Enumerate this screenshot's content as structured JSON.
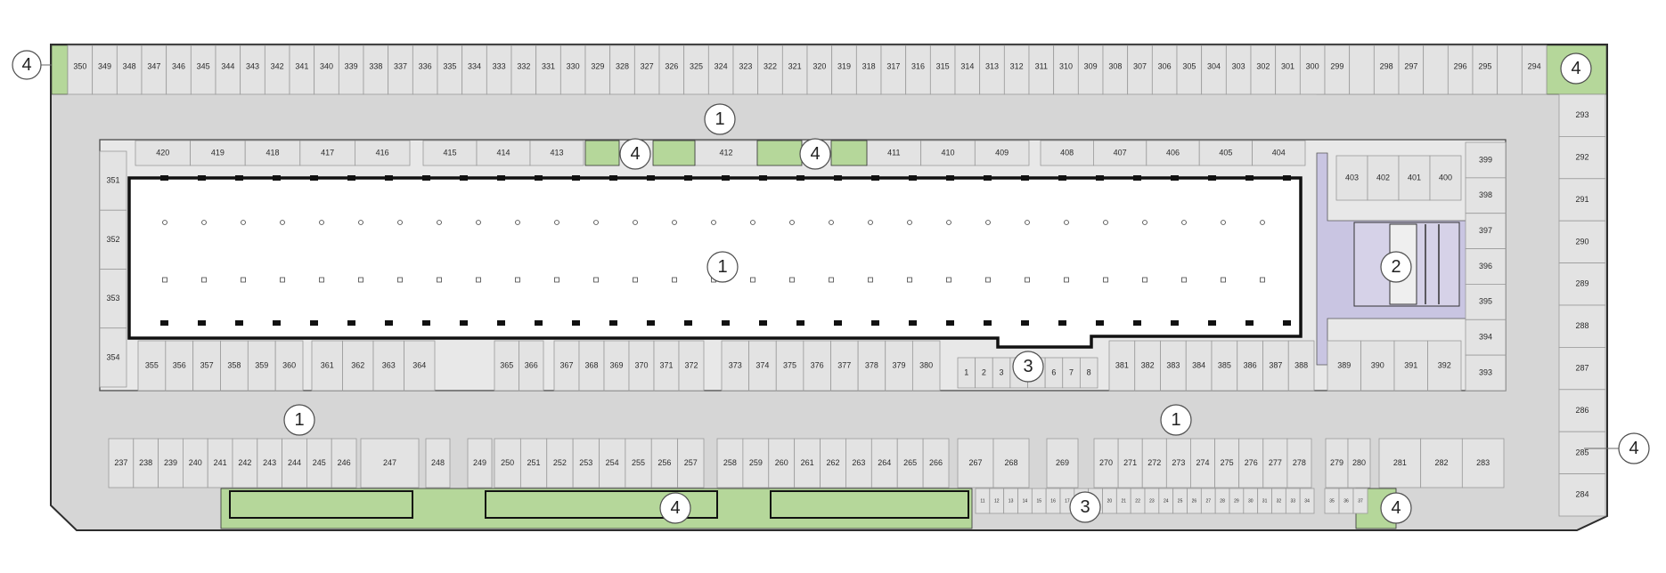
{
  "callouts": {
    "c1_top": "1",
    "c1_center": "1",
    "c1_lower_left": "1",
    "c1_lower_right": "1",
    "c2": "2",
    "c3_mid": "3",
    "c3_bottom": "3",
    "c4_top_left": "4",
    "c4_top_a": "4",
    "c4_top_b": "4",
    "c4_top_right": "4",
    "c4_right": "4",
    "c4_bottom": "4",
    "c4_bottom_right": "4"
  },
  "legend_colors": {
    "general": "#d6d6d6",
    "lobby": "#c9c5e2",
    "storage": "#c7dde2",
    "landscape": "#b5d79a"
  },
  "units": {
    "north_row": [
      "350",
      "349",
      "348",
      "347",
      "346",
      "345",
      "344",
      "343",
      "342",
      "341",
      "340",
      "339",
      "338",
      "337",
      "336",
      "335",
      "334",
      "333",
      "332",
      "331",
      "330",
      "329",
      "328",
      "327",
      "326",
      "325",
      "324",
      "323",
      "322",
      "321",
      "320",
      "319",
      "318",
      "317",
      "316",
      "315",
      "314",
      "313",
      "312",
      "311",
      "310",
      "309",
      "308",
      "307",
      "306",
      "305",
      "304",
      "303",
      "302",
      "301",
      "300",
      "299",
      "",
      "298",
      "297",
      "",
      "296",
      "295",
      "",
      "294"
    ],
    "inner_north_a": [
      "420",
      "419",
      "418",
      "417",
      "416"
    ],
    "inner_north_b": [
      "415",
      "414",
      "413"
    ],
    "inner_north_c": [
      "412"
    ],
    "inner_north_d": [
      "411",
      "410",
      "409"
    ],
    "inner_north_e": [
      "408",
      "407",
      "406",
      "405",
      "404"
    ],
    "west_side": [
      "351",
      "352",
      "353",
      "354"
    ],
    "inner_south_a": [
      "355",
      "356",
      "357",
      "358",
      "359",
      "360"
    ],
    "inner_south_b": [
      "361",
      "362",
      "363",
      "364"
    ],
    "inner_south_c": [
      "365",
      "366"
    ],
    "inner_south_d": [
      "367",
      "368",
      "369",
      "370",
      "371",
      "372"
    ],
    "inner_south_e": [
      "373",
      "374",
      "375",
      "376",
      "377",
      "378",
      "379",
      "380"
    ],
    "inner_south_f": [
      "381",
      "382",
      "383",
      "384",
      "385",
      "386",
      "387",
      "388"
    ],
    "east_block_top": [
      "403",
      "402",
      "401",
      "400"
    ],
    "east_block_bottom": [
      "389",
      "390",
      "391",
      "392"
    ],
    "east_col": [
      "399",
      "398",
      "397",
      "396",
      "395",
      "394",
      "393"
    ],
    "far_east": [
      "293",
      "292",
      "291",
      "290",
      "289",
      "288",
      "287",
      "286",
      "285",
      "284"
    ],
    "south_a": [
      "237",
      "238",
      "239",
      "240",
      "241",
      "242",
      "243",
      "244",
      "245",
      "246"
    ],
    "south_b": [
      "247"
    ],
    "south_c": [
      "248"
    ],
    "south_d": [
      "249"
    ],
    "south_e": [
      "250",
      "251",
      "252",
      "253",
      "254",
      "255",
      "256",
      "257"
    ],
    "south_f": [
      "258",
      "259",
      "260",
      "261",
      "262",
      "263",
      "264",
      "265",
      "266"
    ],
    "south_g": [
      "267",
      "268"
    ],
    "south_h": [
      "269"
    ],
    "south_i": [
      "270",
      "271",
      "272",
      "273",
      "274",
      "275",
      "276",
      "277",
      "278"
    ],
    "south_j": [
      "279",
      "280"
    ],
    "south_k": [
      "281",
      "282",
      "283"
    ],
    "storage_mid": [
      "1",
      "2",
      "3",
      "4",
      "5",
      "6",
      "7",
      "8"
    ],
    "storage_bottom": [
      "11",
      "12",
      "13",
      "14",
      "15",
      "16",
      "17",
      "18",
      "19",
      "20",
      "21",
      "22",
      "23",
      "24",
      "25",
      "26",
      "27",
      "28",
      "29",
      "30",
      "31",
      "32",
      "33",
      "34",
      "35",
      "36",
      "37"
    ]
  }
}
